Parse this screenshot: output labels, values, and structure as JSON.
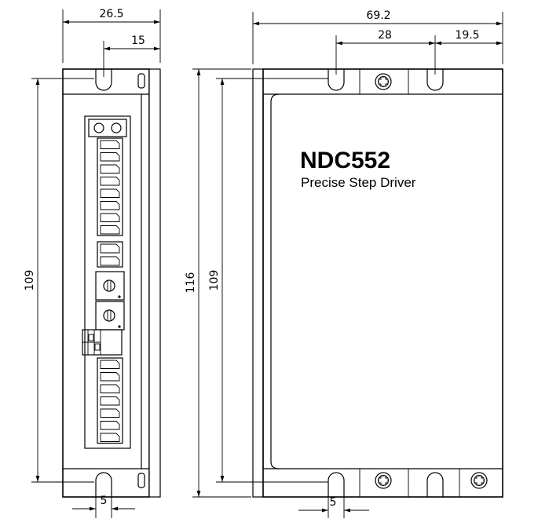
{
  "product": {
    "model": "NDC552",
    "description": "Precise Step Driver"
  },
  "dimensions": {
    "side_width": "26.5",
    "side_slot_offset": "15",
    "side_height_holes": "109",
    "side_slot_width": "5",
    "front_width": "69.2",
    "front_hole_spacing": "28",
    "front_hole_right": "19.5",
    "front_height_total": "116",
    "front_height_holes": "109",
    "front_slot_width": "5"
  }
}
